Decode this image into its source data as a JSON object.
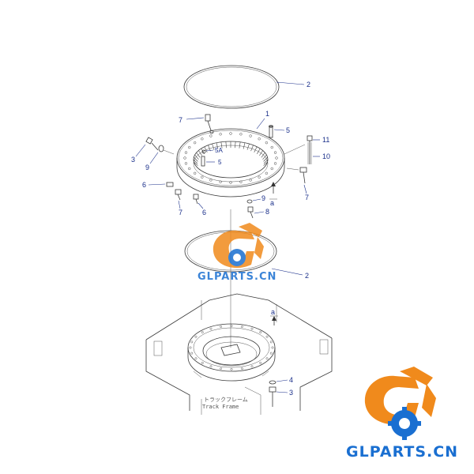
{
  "labels": {
    "ring_seal_top": "2",
    "bearing": "1",
    "pin_top": "5",
    "bolt_11": "11",
    "bolt_10": "10",
    "part_7_a": "7",
    "part_3_left": "3",
    "part_9_left": "9",
    "part_5a": "5A",
    "part_5_b": "5",
    "part_6_a": "6",
    "part_7_b": "7",
    "part_6_b": "6",
    "part_9_b": "9",
    "part_8": "8",
    "part_7_right": "7",
    "arrow_a_top": "a",
    "ring_seal_bottom": "2",
    "arrow_a_bottom": "a",
    "part_4": "4",
    "part_3_bottom": "3"
  },
  "frame_label": {
    "jp": "トラックフレーム",
    "en": "Track Frame"
  },
  "watermark": {
    "text": "GLPARTS.CN",
    "color_orange": "#f08a1c",
    "color_blue": "#1a6fd1"
  }
}
